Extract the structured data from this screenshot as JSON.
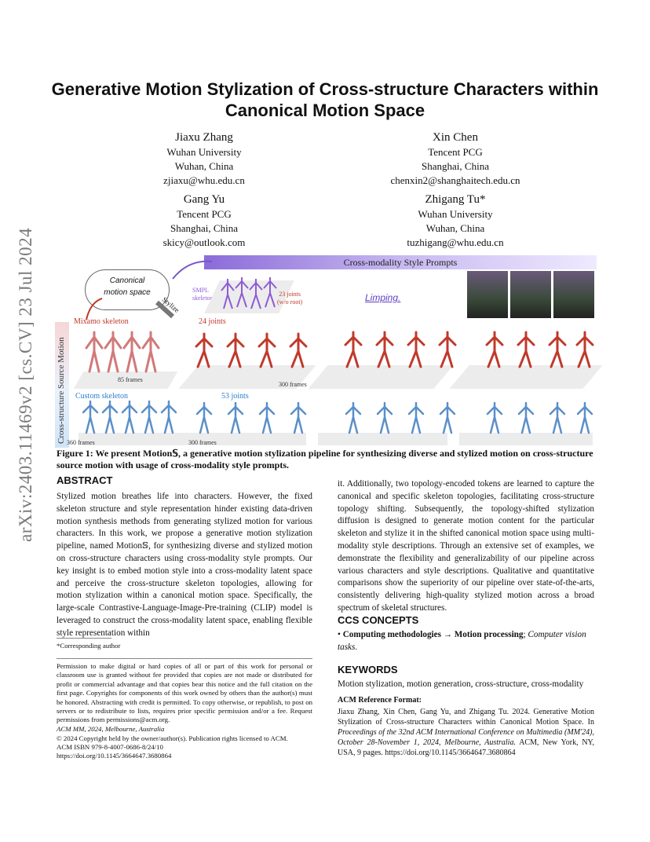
{
  "arxiv_id": "arXiv:2403.11469v2  [cs.CV]  23 Jul 2024",
  "title": "Generative Motion Stylization of Cross-structure Characters within Canonical Motion Space",
  "authors": [
    {
      "name": "Jiaxu Zhang",
      "affil": "Wuhan University",
      "loc": "Wuhan, China",
      "email": "zjiaxu@whu.edu.cn"
    },
    {
      "name": "Xin Chen",
      "affil": "Tencent PCG",
      "loc": "Shanghai, China",
      "email": "chenxin2@shanghaitech.edu.cn"
    },
    {
      "name": "Gang Yu",
      "affil": "Tencent PCG",
      "loc": "Shanghai, China",
      "email": "skicy@outlook.com"
    },
    {
      "name": "Zhigang Tu*",
      "affil": "Wuhan University",
      "loc": "Wuhan, China",
      "email": "tuzhigang@whu.edu.cn"
    }
  ],
  "figure": {
    "prompt_bar": "Cross-modality Style Prompts",
    "cloud_line1": "Canonical",
    "cloud_line2": "motion space",
    "stylize": "Stylize",
    "smpl_line1": "SMPL",
    "smpl_line2": "skeleton",
    "joints23_line1": "23 joints",
    "joints23_line2": "(w/o root)",
    "limping": "Limping.",
    "mixamo": "Mixamo skeleton",
    "joints24": "24 joints",
    "frames85": "85 frames",
    "frames300a": "300 frames",
    "custom": "Custom skeleton",
    "joints53": "53 joints",
    "frames360": "360 frames",
    "frames300b": "300 frames",
    "ylabel": "Cross-structure Source Motion"
  },
  "caption": "Figure 1: We present Motion𝕊, a generative motion stylization pipeline for synthesizing diverse and stylized motion on cross-structure source motion with usage of cross-modality style prompts.",
  "abstract": {
    "heading": "ABSTRACT",
    "left": "Stylized motion breathes life into characters. However, the fixed skeleton structure and style representation hinder existing data-driven motion synthesis methods from generating stylized motion for various characters. In this work, we propose a generative motion stylization pipeline, named Motion𝕊, for synthesizing diverse and stylized motion on cross-structure characters using cross-modality style prompts. Our key insight is to embed motion style into a cross-modality latent space and perceive the cross-structure skeleton topologies, allowing for motion stylization within a canonical motion space. Specifically, the large-scale Contrastive-Language-Image-Pre-training (CLIP) model is leveraged to construct the cross-modality latent space, enabling flexible style representation within",
    "right": "it. Additionally, two topology-encoded tokens are learned to capture the canonical and specific skeleton topologies, facilitating cross-structure topology shifting. Subsequently, the topology-shifted stylization diffusion is designed to generate motion content for the particular skeleton and stylize it in the shifted canonical motion space using multi-modality style descriptions. Through an extensive set of examples, we demonstrate the flexibility and generalizability of our pipeline across various characters and style descriptions. Qualitative and quantitative comparisons show the superiority of our pipeline over state-of-the-arts, consistently delivering high-quality stylized motion across a broad spectrum of skeletal structures."
  },
  "footnote": "*Corresponding author",
  "permission": "Permission to make digital or hard copies of all or part of this work for personal or classroom use is granted without fee provided that copies are not made or distributed for profit or commercial advantage and that copies bear this notice and the full citation on the first page. Copyrights for components of this work owned by others than the author(s) must be honored. Abstracting with credit is permitted. To copy otherwise, or republish, to post on servers or to redistribute to lists, requires prior specific permission and/or a fee. Request permissions from permissions@acm.org.",
  "venue": "ACM MM, 2024, Melbourne, Australia",
  "copyright": "© 2024 Copyright held by the owner/author(s). Publication rights licensed to ACM.",
  "isbn": "ACM ISBN 979-8-4007-0686-8/24/10",
  "doi": "https://doi.org/10.1145/3664647.3680864",
  "ccs": {
    "heading": "CCS CONCEPTS",
    "bullet": "•",
    "bold": "Computing methodologies → Motion processing",
    "sep": ";",
    "italic": "Computer vision tasks",
    "end": "."
  },
  "keywords": {
    "heading": "KEYWORDS",
    "text": "Motion stylization, motion generation, cross-structure, cross-modality"
  },
  "acm_ref": {
    "heading": "ACM Reference Format:",
    "text1": "Jiaxu Zhang, Xin Chen, Gang Yu, and Zhigang Tu. 2024. Generative Motion Stylization of Cross-structure Characters within Canonical Motion Space. In",
    "italic": "Proceedings of the 32nd ACM International Conference on Multimedia (MM'24), October 28-November 1, 2024, Melbourne, Australia.",
    "text2": "ACM, New York, NY, USA, 9 pages. https://doi.org/10.1145/3664647.3680864"
  }
}
